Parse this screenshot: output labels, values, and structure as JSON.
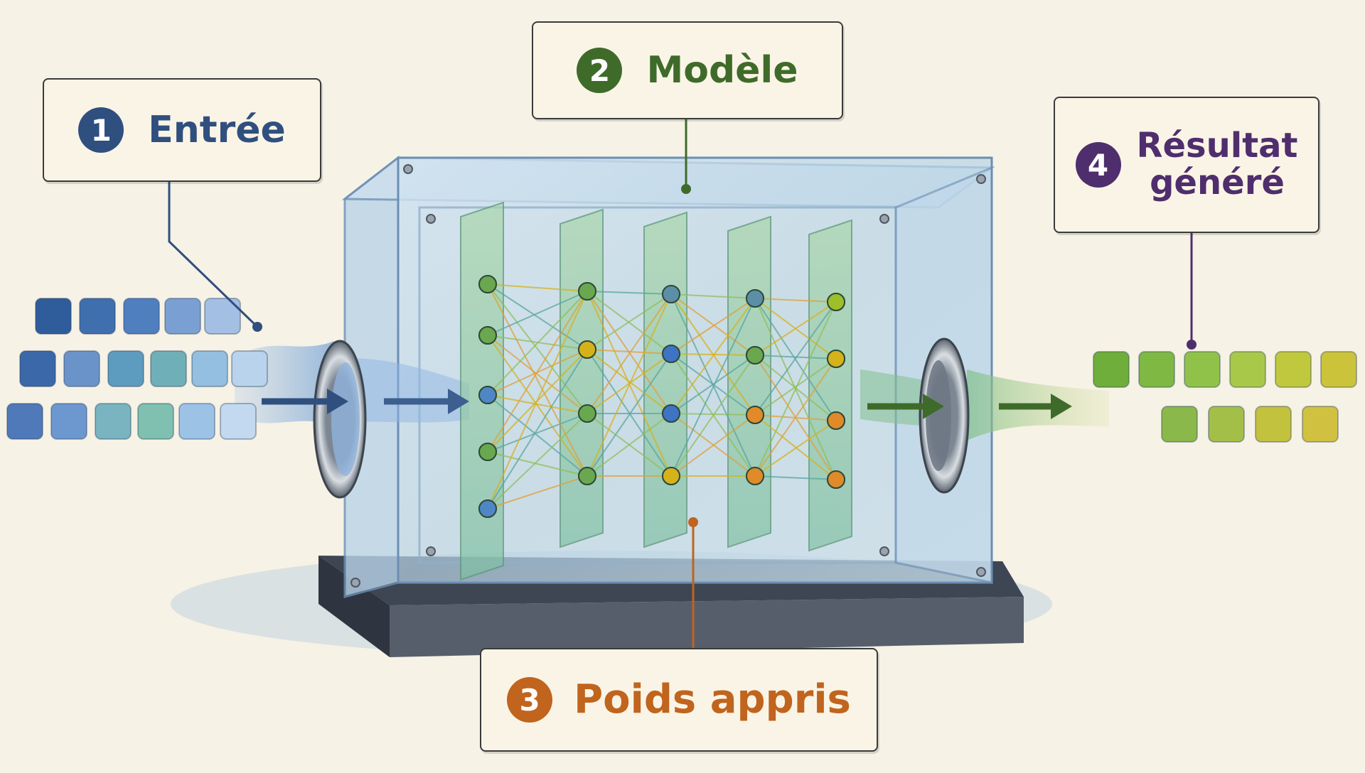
{
  "colors": {
    "input": "#2f4f7f",
    "model": "#3f6b2a",
    "weights": "#c0641e",
    "output": "#4f2e6d",
    "glass": "#a9c9e2",
    "base": "#4b5160"
  },
  "callouts": [
    {
      "id": "c1",
      "number": "1",
      "label": "Entrée",
      "color": "#2f4f7f"
    },
    {
      "id": "c2",
      "number": "2",
      "label": "Modèle",
      "color": "#3f6b2a"
    },
    {
      "id": "c3",
      "number": "3",
      "label": "Poids appris",
      "color": "#c0641e"
    },
    {
      "id": "c4",
      "number": "4",
      "label_line1": "Résultat",
      "label_line2": "généré",
      "color": "#4f2e6d"
    }
  ]
}
